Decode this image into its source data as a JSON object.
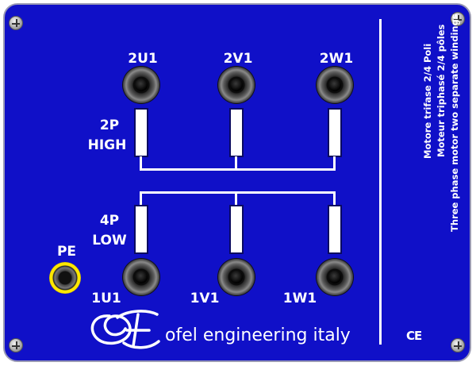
{
  "terminals_top": [
    "2U1",
    "2V1",
    "2W1"
  ],
  "terminals_bottom": [
    "1U1",
    "1V1",
    "1W1"
  ],
  "high_speed": {
    "poles": "2P",
    "speed": "HIGH"
  },
  "low_speed": {
    "poles": "4P",
    "speed": "LOW"
  },
  "pe_label": "PE",
  "side_text": [
    "Motore trifase 2/4 Poli",
    "Moteur triphasé 2/4 pôles",
    "Three phase motor two separate windings"
  ],
  "brand": "ofel engineering italy",
  "ce_mark": "CE",
  "colors": {
    "panel": "#1010c8",
    "text": "#ffffff",
    "pe_ring": "#ffe800",
    "border": "#9a9ab4"
  },
  "icons": [
    "screw-icon",
    "banana-socket-icon",
    "ground-socket-icon",
    "resistor-icon",
    "company-logo-icon",
    "ce-mark-icon"
  ]
}
